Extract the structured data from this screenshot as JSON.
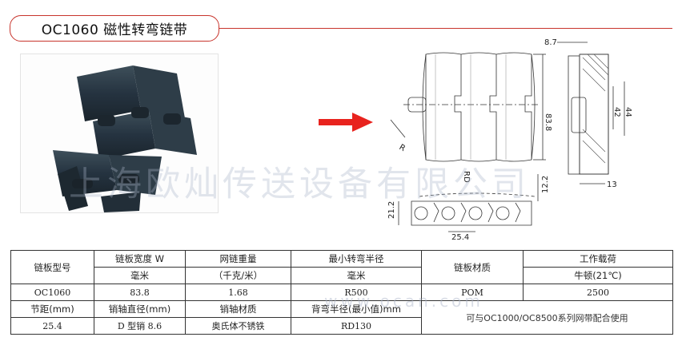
{
  "title": "OC1060  磁性转弯链带",
  "watermark": "上海欧灿传送设备有限公司",
  "watermark_url": "www.ocan.com",
  "drawing": {
    "dim_top": "8.7",
    "dim_height": "83.8",
    "dim_42": "42",
    "dim_44": "44",
    "dim_13": "13",
    "dim_12_2": "12.2",
    "dim_21_2": "21.2",
    "dim_25_4": "25.4",
    "label_r": "R",
    "label_rd": "RD"
  },
  "table": {
    "row1": [
      "链板型号",
      "链板宽度 W",
      "网链重量",
      "最小转弯半径",
      "链板材质",
      "工作载荷"
    ],
    "row2": [
      "毫米",
      "（千克/米）",
      "毫米",
      "牛顿(21℃)"
    ],
    "row3": [
      "OC1060",
      "83.8",
      "1.68",
      "R500",
      "POM",
      "2500"
    ],
    "row4": [
      "节距(mm)",
      "销轴直径(mm)",
      "销轴材质",
      "背弯半径(最小值)mm"
    ],
    "row5": [
      "25.4",
      "D 型销 8.6",
      "奥氏体不锈铁",
      "RD130"
    ],
    "note": "可与OC1000/OC8500系列网带配合使用"
  },
  "colors": {
    "accent_red": "#c8342c",
    "arrow_red": "#e8231e",
    "chain_dark": "#2b3a44"
  }
}
